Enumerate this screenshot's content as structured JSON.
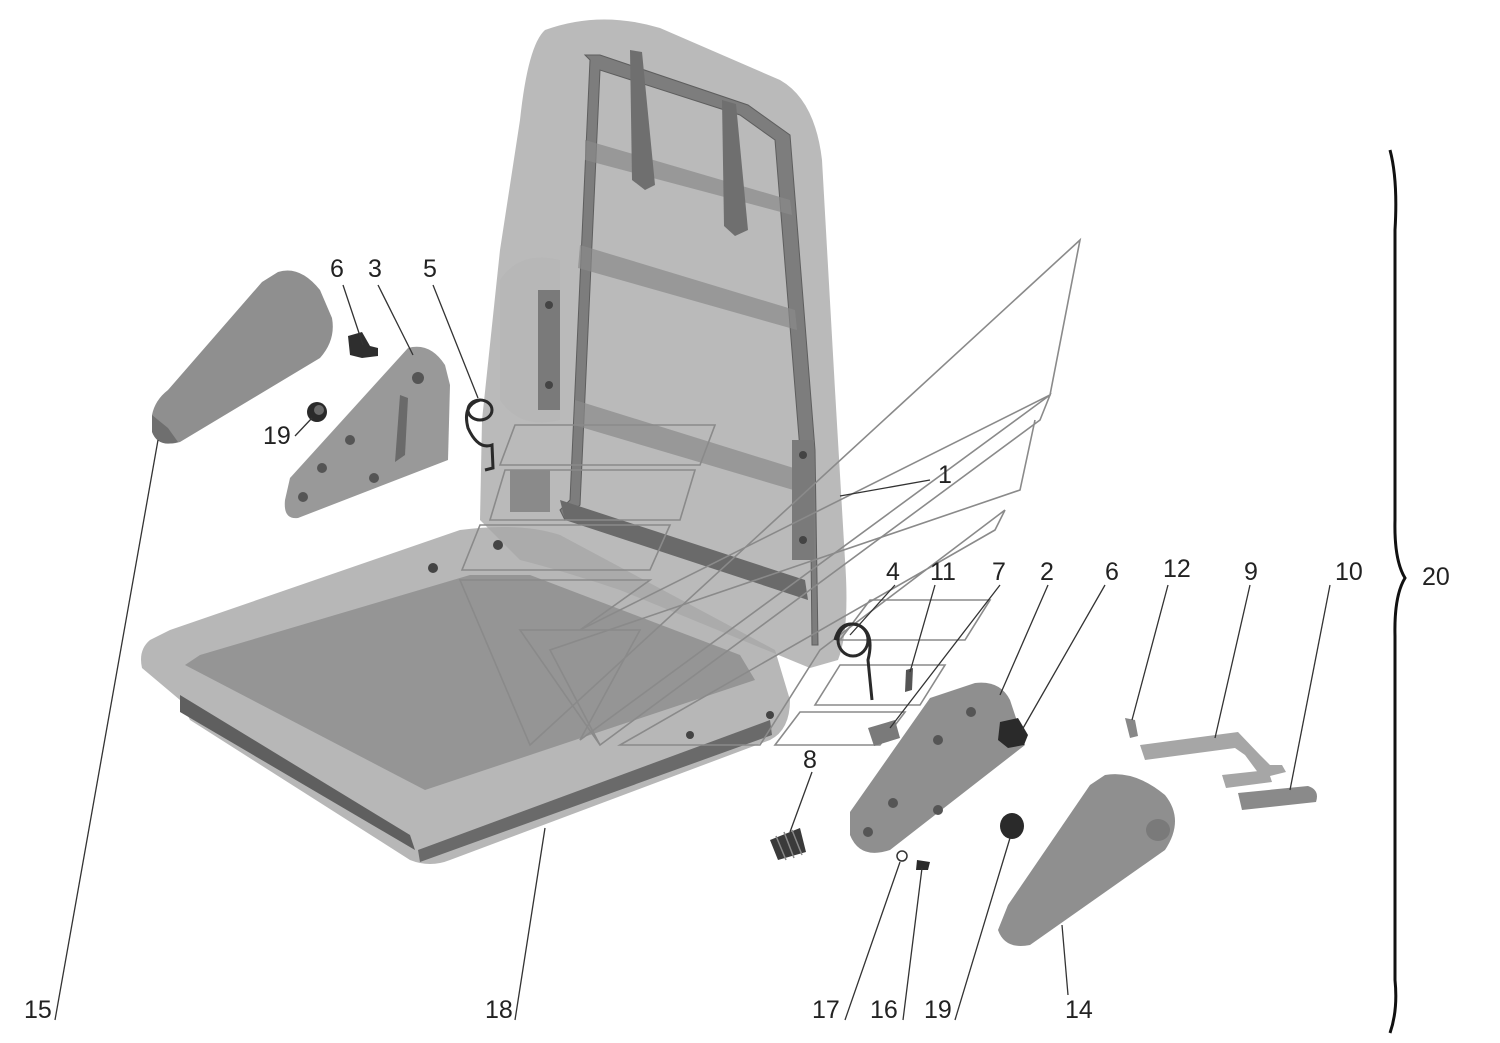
{
  "diagram": {
    "title": "",
    "colors": {
      "part_fill": "#8f8f8f",
      "part_dark": "#6f6f6f",
      "part_light": "#c2c2c2",
      "translucent": "#a7a7a7",
      "ink": "#222222"
    },
    "callouts": [
      {
        "id": "c15",
        "label": "15"
      },
      {
        "id": "c6a",
        "label": "6"
      },
      {
        "id": "c3",
        "label": "3"
      },
      {
        "id": "c5",
        "label": "5"
      },
      {
        "id": "c19a",
        "label": "19"
      },
      {
        "id": "c1",
        "label": "1"
      },
      {
        "id": "c4",
        "label": "4"
      },
      {
        "id": "c11",
        "label": "11"
      },
      {
        "id": "c7",
        "label": "7"
      },
      {
        "id": "c2",
        "label": "2"
      },
      {
        "id": "c6b",
        "label": "6"
      },
      {
        "id": "c12",
        "label": "12"
      },
      {
        "id": "c9",
        "label": "9"
      },
      {
        "id": "c10",
        "label": "10"
      },
      {
        "id": "c20",
        "label": "20"
      },
      {
        "id": "c8",
        "label": "8"
      },
      {
        "id": "c18",
        "label": "18"
      },
      {
        "id": "c17",
        "label": "17"
      },
      {
        "id": "c16",
        "label": "16"
      },
      {
        "id": "c19b",
        "label": "19"
      },
      {
        "id": "c14",
        "label": "14"
      }
    ]
  }
}
